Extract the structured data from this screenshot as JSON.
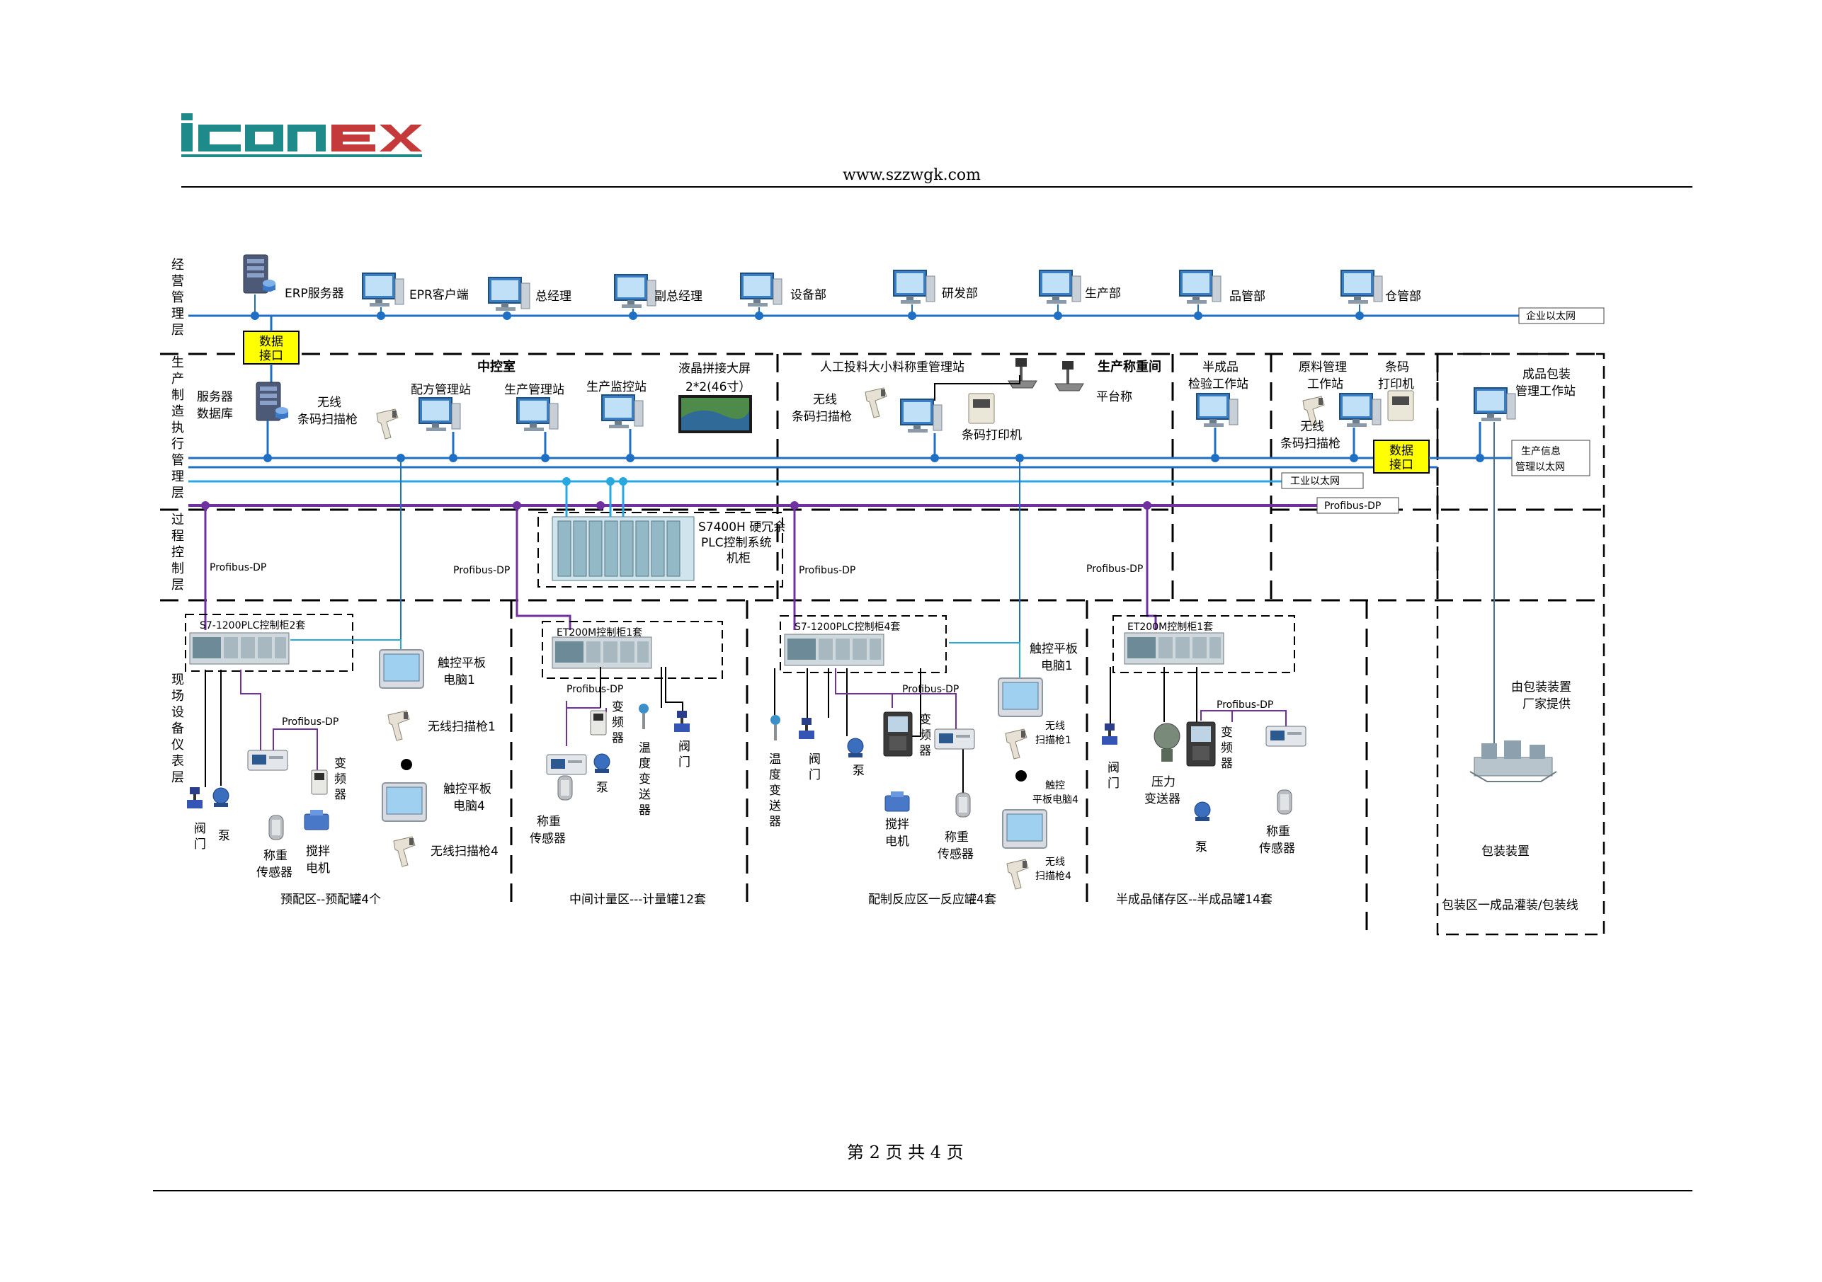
{
  "header": {
    "logo": "iConEx",
    "website": "www.szzwgk.com"
  },
  "footer": {
    "page_info": "第 2 页 共 4 页"
  },
  "layers": [
    {
      "text": "经营管理层"
    },
    {
      "text": "生产制造执行管理层"
    },
    {
      "text": "过程控制层"
    },
    {
      "text": "现场设备仪表层"
    }
  ],
  "networks": {
    "enterprise": "企业以太网",
    "industrial": "工业以太网",
    "profibus": "Profibus-DP",
    "production_info": "生产信息\n管理以太网"
  },
  "enterprise_nodes": [
    {
      "id": "erp-server",
      "label": "ERP服务器"
    },
    {
      "id": "epr-client",
      "label": "EPR客户端"
    },
    {
      "id": "general-manager",
      "label": "总经理"
    },
    {
      "id": "deputy-manager",
      "label": "副总经理"
    },
    {
      "id": "equipment-dept",
      "label": "设备部"
    },
    {
      "id": "rnd-dept",
      "label": "研发部"
    },
    {
      "id": "production-dept",
      "label": "生产部"
    },
    {
      "id": "quality-dept",
      "label": "品管部"
    },
    {
      "id": "warehouse-dept",
      "label": "仓管部"
    }
  ],
  "data_interface": "数据\n接口",
  "mes": {
    "control_room": "中控室",
    "server_db": "服务器\n数据库",
    "wireless_scanner": "无线\n条码扫描枪",
    "recipe_station": "配方管理站",
    "production_station": "生产管理站",
    "monitor_station": "生产监控站",
    "lcd_wall": "液晶拼接大屏\n2*2(46寸）",
    "weighing_station": "人工投料大小料称重管理站",
    "weighing_room": "生产称重间",
    "weigh_scanner": "无线\n条码扫描枪",
    "barcode_printer": "条码打印机",
    "platform_scale": "平台称",
    "semi_inspection": "半成品\n检验工作站",
    "raw_material": "原料管理\n工作站",
    "raw_barcode_printer": "条码\n打印机",
    "raw_scanner": "无线\n条码扫描枪",
    "finished_pack": "成品包装\n管理工作站"
  },
  "plc_main": "S7400H 硬冗余\nPLC控制系统\n机柜",
  "cabinets": [
    {
      "id": "s7-1200-a",
      "label": "S7-1200PLC控制柜2套"
    },
    {
      "id": "et200m-a",
      "label": "ET200M控制柜1套"
    },
    {
      "id": "s7-1200-b",
      "label": "S7-1200PLC控制柜4套"
    },
    {
      "id": "et200m-b",
      "label": "ET200M控制柜1套"
    }
  ],
  "field": {
    "zone1": {
      "valve": "阀\n门",
      "pump": "泵",
      "weigh": "称重\n传感器",
      "inverter": "变\n频\n器",
      "stirrer": "搅拌\n电机",
      "touch1": "触控平板\n电脑1",
      "scan1": "无线扫描枪1",
      "touch4": "触控平板\n电脑4",
      "scan4": "无线扫描枪4",
      "caption": "预配区--预配罐4个"
    },
    "zone2": {
      "weigh": "称重\n传感器",
      "inverter": "变\n频\n器",
      "pump": "泵",
      "temp": "温\n度\n变\n送\n器",
      "valve": "阀\n门",
      "caption": "中间计量区---计量罐12套"
    },
    "zone3": {
      "temp": "温\n度\n变\n送\n器",
      "valve": "阀\n门",
      "pump": "泵",
      "inverter": "变\n频\n器",
      "stirrer": "搅拌\n电机",
      "weigh": "称重\n传感器",
      "touch1": "触控平板\n电脑1",
      "scan1": "无线\n扫描枪1",
      "touch4": "触控\n平板电脑4",
      "scan4": "无线\n扫描枪4",
      "caption": "配制反应区一反应罐4套"
    },
    "zone4": {
      "valve": "阀\n门",
      "pressure": "压力\n变送器",
      "pump": "泵",
      "inverter": "变\n频\n器",
      "weigh": "称重\n传感器",
      "caption": "半成品储存区--半成品罐14套"
    },
    "zone5": {
      "supplier": "由包装装置\n厂家提供",
      "device": "包装装置",
      "caption": "包装区一成品灌装/包装线"
    }
  }
}
